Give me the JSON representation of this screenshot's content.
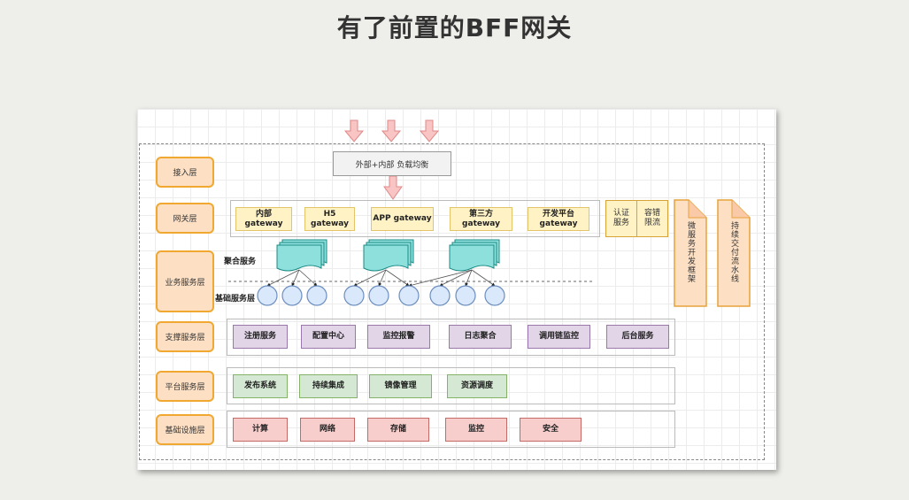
{
  "title": "有了前置的BFF网关",
  "colors": {
    "layer_fill": "#fde0c4",
    "layer_border": "#f0a830",
    "gateway_fill": "#fff2c4",
    "support_fill": "#e1d5e7",
    "platform_fill": "#d5e8d4",
    "infra_fill": "#f8cecc",
    "aggregate_fill": "#8ee0dc",
    "base_node_fill": "#dae8fc",
    "arrow_fill": "#f8c4c4"
  },
  "load_balancer": "外部+内部 负载均衡",
  "layers": [
    {
      "label": "接入层"
    },
    {
      "label": "网关层"
    },
    {
      "label": "业务服务层"
    },
    {
      "label": "支撑服务层"
    },
    {
      "label": "平台服务层"
    },
    {
      "label": "基础设施层"
    }
  ],
  "gateways": [
    "内部 gateway",
    "H5 gateway",
    "APP gateway",
    "第三方 gateway",
    "开发平台\ngateway"
  ],
  "gateway_side": [
    "认证\n服务",
    "容错\n限流"
  ],
  "side_docs": [
    "微服务开发框架",
    "持续交付流水线"
  ],
  "business": {
    "aggregate_label": "聚合服务",
    "base_label": "基础服务层",
    "aggregate_count": 3,
    "base_node_count": 9
  },
  "support_services": [
    "注册服务",
    "配置中心",
    "监控报警",
    "日志聚合",
    "调用链监控",
    "后台服务"
  ],
  "platform_services": [
    "发布系统",
    "持续集成",
    "镜像管理",
    "资源调度"
  ],
  "infra_services": [
    "计算",
    "网络",
    "存储",
    "监控",
    "安全"
  ]
}
